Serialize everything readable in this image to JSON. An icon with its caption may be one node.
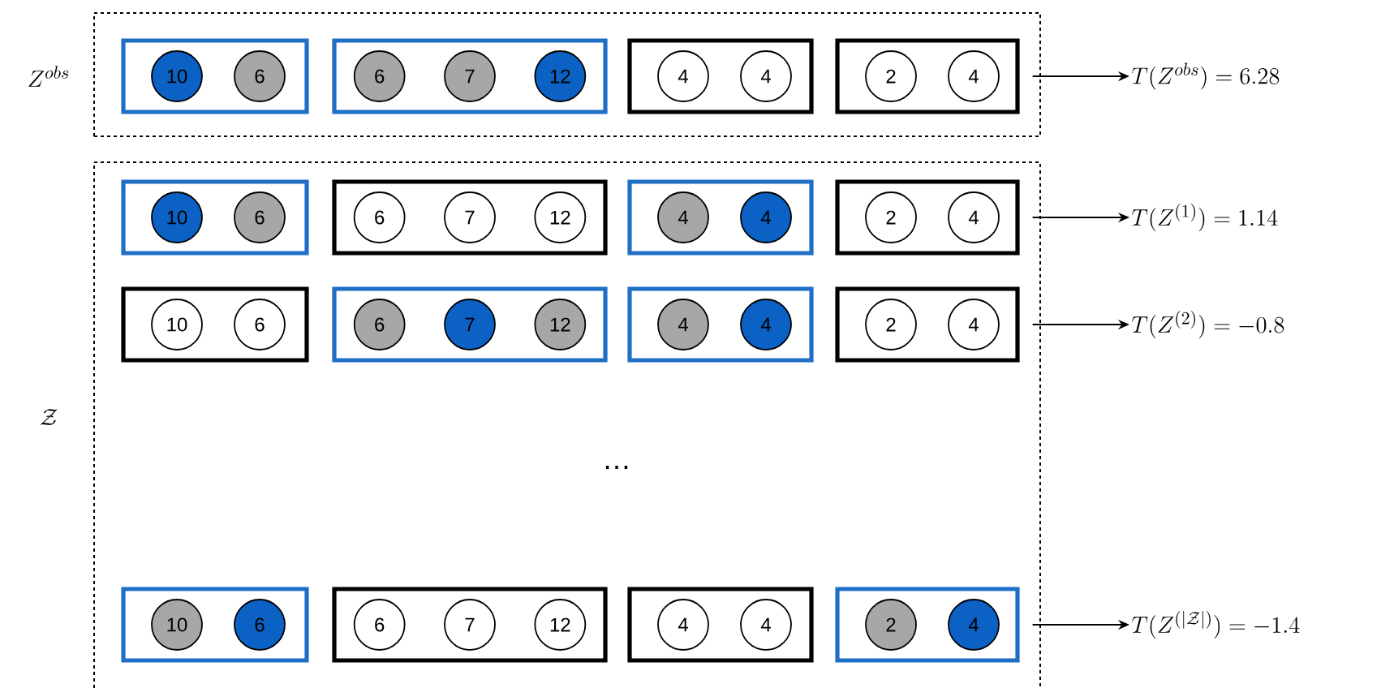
{
  "diagram": {
    "nodes": [
      {
        "text": [
          "Z^{obs}"
        ]
      },
      {
        "text": [
          "\\mathcal{Z}"
        ]
      },
      {
        "text": [],
        "shape": "box",
        "in": 0
      },
      {
        "text": [
          "10"
        ],
        "in": 2
      },
      {
        "text": [
          "6"
        ],
        "in": 2
      },
      {
        "text": [],
        "shape": "box",
        "in": 0
      },
      {
        "text": [
          "6"
        ],
        "in": 5
      },
      {
        "text": [
          "7"
        ],
        "in": 5
      },
      {
        "text": [
          "12"
        ],
        "in": 5
      },
      {
        "text": [],
        "shape": "box",
        "in": 0
      },
      {
        "text": [
          "4"
        ],
        "in": 9
      },
      {
        "text": [
          "4"
        ],
        "in": 9
      },
      {
        "text": [],
        "shape": "box",
        "in": 0
      },
      {
        "text": [
          "2"
        ],
        "in": 12
      },
      {
        "text": [
          "4"
        ],
        "in": 12
      },
      {
        "text": [
          "T(Z^{obs}) = 6.28"
        ]
      },
      {
        "text": [],
        "shape": "box",
        "in": 1
      },
      {
        "text": [
          "10"
        ],
        "in": 16
      },
      {
        "text": [
          "6"
        ],
        "in": 16
      },
      {
        "text": [],
        "shape": "box",
        "in": 1
      },
      {
        "text": [
          "6"
        ],
        "in": 19
      },
      {
        "text": [
          "7"
        ],
        "in": 19
      },
      {
        "text": [
          "12"
        ],
        "in": 19
      },
      {
        "text": [],
        "shape": "box",
        "in": 1
      },
      {
        "text": [
          "4"
        ],
        "in": 23
      },
      {
        "text": [
          "4"
        ],
        "in": 23
      },
      {
        "text": [],
        "shape": "box",
        "in": 1
      },
      {
        "text": [
          "2"
        ],
        "in": 26
      },
      {
        "text": [
          "4"
        ],
        "in": 26
      },
      {
        "text": [
          "T(Z^{(1)}) = 1.14"
        ]
      },
      {
        "text": [],
        "shape": "box",
        "in": 1
      },
      {
        "text": [
          "10"
        ],
        "in": 30
      },
      {
        "text": [
          "6"
        ],
        "in": 30
      },
      {
        "text": [],
        "shape": "box",
        "in": 1
      },
      {
        "text": [
          "6"
        ],
        "in": 33
      },
      {
        "text": [
          "7"
        ],
        "in": 33
      },
      {
        "text": [
          "12"
        ],
        "in": 33
      },
      {
        "text": [],
        "shape": "box",
        "in": 1
      },
      {
        "text": [
          "4"
        ],
        "in": 37
      },
      {
        "text": [
          "4"
        ],
        "in": 37
      },
      {
        "text": [],
        "shape": "box",
        "in": 1
      },
      {
        "text": [
          "2"
        ],
        "in": 40
      },
      {
        "text": [
          "4"
        ],
        "in": 40
      },
      {
        "text": [
          "T(Z^{(2)}) = -0.8"
        ]
      },
      {
        "text": [],
        "shape": "box",
        "in": 1
      },
      {
        "text": [
          "10"
        ],
        "in": 44
      },
      {
        "text": [
          "6"
        ],
        "in": 44
      },
      {
        "text": [],
        "shape": "box",
        "in": 1
      },
      {
        "text": [
          "6"
        ],
        "in": 47
      },
      {
        "text": [
          "7"
        ],
        "in": 47
      },
      {
        "text": [
          "12"
        ],
        "in": 47
      },
      {
        "text": [],
        "shape": "box",
        "in": 1
      },
      {
        "text": [
          "4"
        ],
        "in": 51
      },
      {
        "text": [
          "4"
        ],
        "in": 51
      },
      {
        "text": [],
        "shape": "box",
        "in": 1
      },
      {
        "text": [
          "2"
        ],
        "in": 54
      },
      {
        "text": [
          "4"
        ],
        "in": 54
      },
      {
        "text": [
          "T(Z^{(|\\mathcal{Z}|)}) = -1.4"
        ]
      }
    ],
    "edges": [
      {
        "from": 12,
        "to": 15,
        "arrow": "to"
      },
      {
        "from": 26,
        "to": 29,
        "arrow": "to"
      },
      {
        "from": 40,
        "to": 43,
        "arrow": "to"
      },
      {
        "from": 54,
        "to": 57,
        "arrow": "to"
      }
    ],
    "labels": [
      "…"
    ]
  }
}
